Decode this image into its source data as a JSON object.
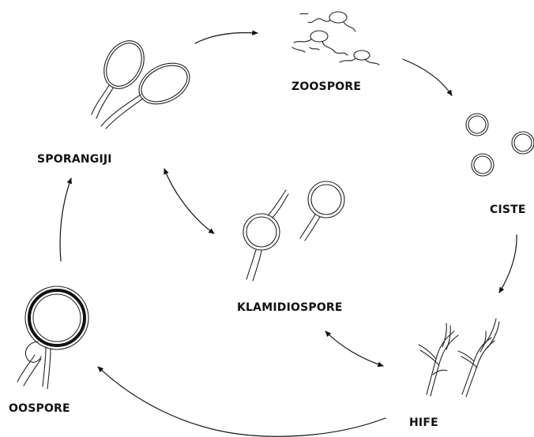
{
  "labels": {
    "zoospore": "ZOOSPORE",
    "sporangiji": "SPORANGIJI",
    "ciste": "CISTE",
    "klamidiospore": "KLAMIDIOSPORE",
    "oospore": "OOSPORE",
    "hife": "HIFE"
  },
  "colors": {
    "line": "#222222",
    "background": "#ffffff"
  }
}
